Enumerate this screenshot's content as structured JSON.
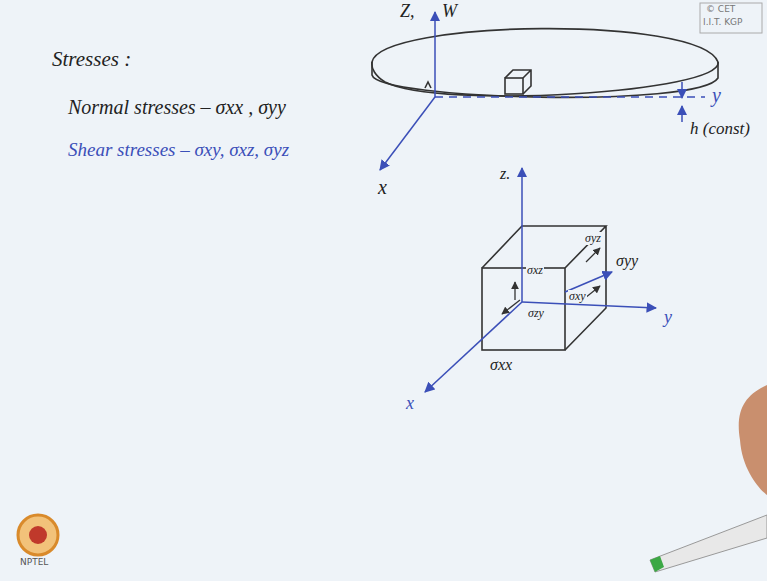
{
  "diagram": {
    "labels": [
      "© CET",
      "I.I.T. KGP",
      "Stresses :",
      "Normal stresses – σxx , σyy",
      "Shear stresses – σxy, σxz, σyz",
      "Z,",
      "W",
      "y",
      "x",
      "h (const)",
      "z.",
      "σyz",
      "σyy",
      "σxz",
      "σxy",
      "σzy",
      "y",
      "σxx",
      "x",
      "NPTEL"
    ]
  }
}
